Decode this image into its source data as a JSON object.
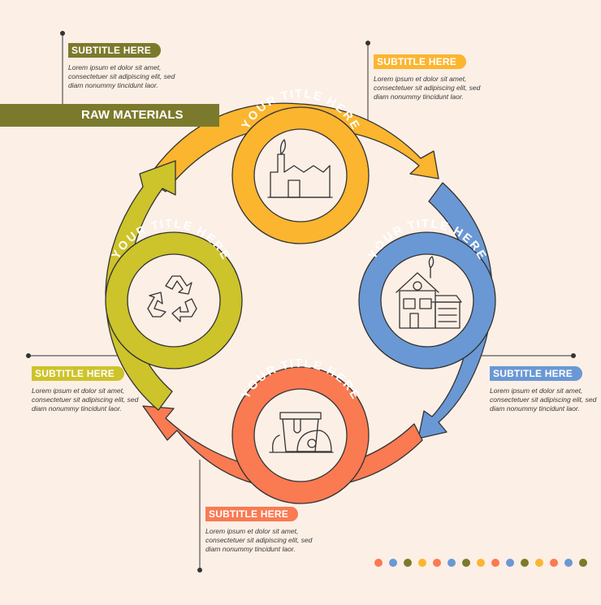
{
  "raw_materials_label": "RAW MATERIALS",
  "stages": [
    {
      "title": "YOUR TITLE HERE",
      "icon": "factory-icon",
      "color": "#fbb52f"
    },
    {
      "title": "YOUR TITLE HERE",
      "icon": "house-icon",
      "color": "#6a98d4"
    },
    {
      "title": "YOUR TITLE HERE",
      "icon": "trash-bin-icon",
      "color": "#fa7a52"
    },
    {
      "title": "YOUR TITLE HERE",
      "icon": "recycle-icon",
      "color": "#cdc32a"
    }
  ],
  "callouts": [
    {
      "subtitle": "SUBTITLE HERE",
      "text": "Lorem ipsum et dolor sit amet, consectetuer sit adipiscing elit, sed diam nonummy tincidunt laor.",
      "color": "#7b7a2c"
    },
    {
      "subtitle": "SUBTITLE HERE",
      "text": "Lorem ipsum et dolor sit amet, consectetuer sit adipiscing elit, sed diam nonummy tincidunt laor.",
      "color": "#fbb52f"
    },
    {
      "subtitle": "SUBTITLE HERE",
      "text": "Lorem ipsum et dolor sit amet, consectetuer sit adipiscing elit, sed diam nonummy tincidunt laor.",
      "color": "#cdc32a"
    },
    {
      "subtitle": "SUBTITLE HERE",
      "text": "Lorem ipsum et dolor sit amet, consectetuer sit adipiscing elit, sed diam nonummy tincidunt laor.",
      "color": "#6a98d4"
    },
    {
      "subtitle": "SUBTITLE HERE",
      "text": "Lorem ipsum et dolor sit amet, consectetuer sit adipiscing elit, sed diam nonummy tincidunt laor.",
      "color": "#fa7a52"
    }
  ],
  "dot_colors": [
    "#fa7a52",
    "#6a98d4",
    "#7b7a2c",
    "#fbb52f",
    "#fa7a52",
    "#6a98d4",
    "#7b7a2c",
    "#fbb52f",
    "#fa7a52",
    "#6a98d4",
    "#7b7a2c",
    "#fbb52f",
    "#fa7a52",
    "#6a98d4",
    "#7b7a2c"
  ]
}
